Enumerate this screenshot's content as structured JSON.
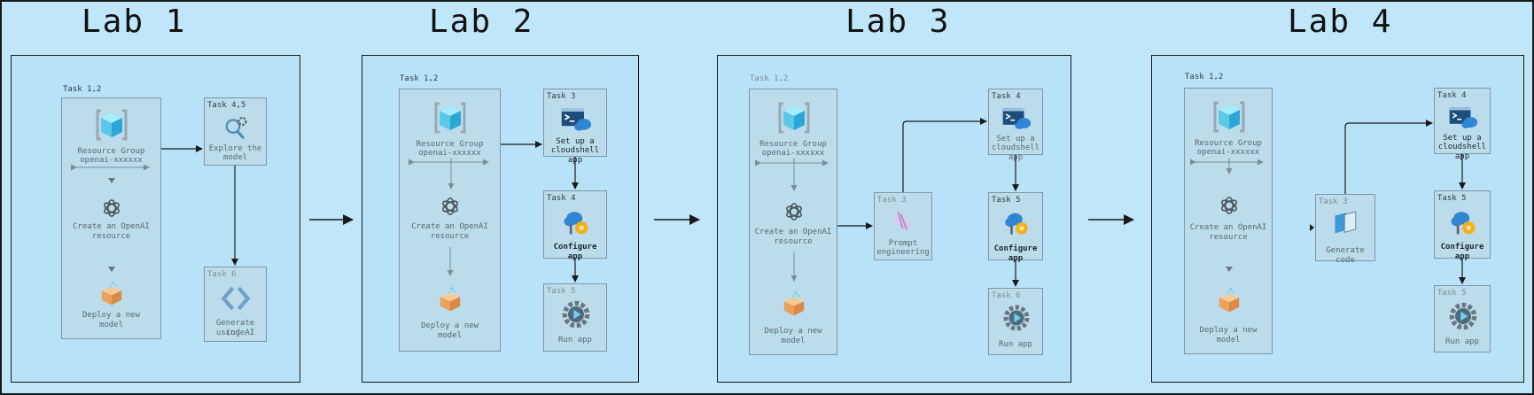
{
  "labs": [
    {
      "title": "Lab 1"
    },
    {
      "title": "Lab 2"
    },
    {
      "title": "Lab 3"
    },
    {
      "title": "Lab 4"
    }
  ],
  "lab1": {
    "task_main": "Task 1,2",
    "resource_group": "Resource Group",
    "rg_name": "openai-xxxxxx",
    "create_line1": "Create an OpenAI",
    "create_line2": "resource",
    "deploy_line1": "Deploy a new",
    "deploy_line2": "model",
    "task_b": "Task 4,5",
    "task_b_line1": "Explore the",
    "task_b_line2": "model",
    "task_c": "Task 6",
    "task_c_line1": "Generate code",
    "task_c_line2": "using AI"
  },
  "lab2": {
    "task_main": "Task 1,2",
    "resource_group": "Resource Group",
    "rg_name": "openai-xxxxxx",
    "create_line1": "Create an OpenAI",
    "create_line2": "resource",
    "deploy_line1": "Deploy a new",
    "deploy_line2": "model",
    "task_3": "Task 3",
    "task_3_line1": "Set up a",
    "task_3_line2": "cloudshell app",
    "task_4": "Task 4",
    "task_4_line1": "Configure app",
    "task_5": "Task 5",
    "task_5_line1": "Run app"
  },
  "lab3": {
    "task_main": "Task 1,2",
    "resource_group": "Resource Group",
    "rg_name": "openai-xxxxxx",
    "create_line1": "Create an OpenAI",
    "create_line2": "resource",
    "deploy_line1": "Deploy a new",
    "deploy_line2": "model",
    "task_3": "Task 3",
    "task_3_line1": "Prompt",
    "task_3_line2": "engineering",
    "task_4": "Task 4",
    "task_4_line1": "Set up a",
    "task_4_line2": "cloudshell app",
    "task_5": "Task 5",
    "task_5_line1": "Configure app",
    "task_6": "Task 6",
    "task_6_line1": "Run app"
  },
  "lab4": {
    "task_main": "Task 1,2",
    "resource_group": "Resource Group",
    "rg_name": "openai-xxxxxx",
    "create_line1": "Create an OpenAI",
    "create_line2": "resource",
    "deploy_line1": "Deploy a new",
    "deploy_line2": "model",
    "task_3": "Task 3",
    "task_3_line1": "Generate code",
    "task_4": "Task 4",
    "task_4_line1": "Set up a",
    "task_4_line2": "cloudshell app",
    "task_5": "Task 5",
    "task_5_line1": "Configure app",
    "task_6": "Task 5",
    "task_6_line1": "Run app"
  },
  "icons": [
    "resource-group-icon",
    "openai-icon",
    "deploy-box-icon",
    "explore-gear-icon",
    "code-brackets-icon",
    "cloudshell-icon",
    "configure-cloud-icon",
    "run-app-icon",
    "prompt-engineering-icon",
    "generate-code-icon"
  ],
  "colors": {
    "background": "#bfe6f9",
    "lab_box": "#b7e2f7",
    "panel": "#bcdcec",
    "arrow": "#1a1a1a"
  }
}
